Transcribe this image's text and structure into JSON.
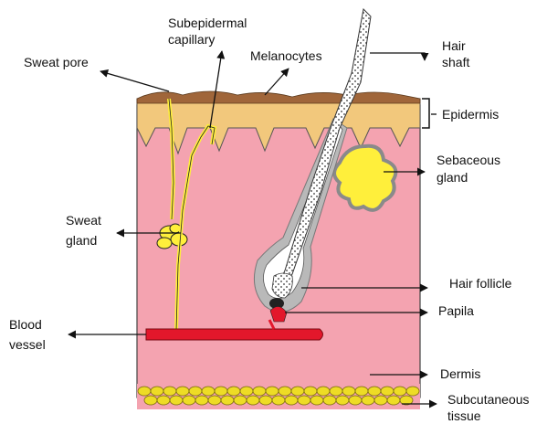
{
  "labels": {
    "sweat_pore": "Sweat pore",
    "subepidermal_capillary_1": "Subepidermal",
    "subepidermal_capillary_2": "capillary",
    "melanocytes": "Melanocytes",
    "hair_shaft_1": "Hair",
    "hair_shaft_2": "shaft",
    "epidermis": "Epidermis",
    "sebaceous_gland_1": "Sebaceous",
    "sebaceous_gland_2": "gland",
    "sweat_gland_1": "Sweat",
    "sweat_gland_2": "gland",
    "hair_follicle": "Hair follicle",
    "papila": "Papila",
    "blood_vessel_1": "Blood",
    "blood_vessel_2": "vessel",
    "dermis": "Dermis",
    "subcutaneous_tissue_1": "Subcutaneous",
    "subcutaneous_tissue_2": "tissue"
  },
  "colors": {
    "dermis": "#f4a3b0",
    "epidermis": "#f2c87c",
    "melanin": "#a0663a",
    "gland": "#ffef3b",
    "capillary": "#ffef3b",
    "follicle_sheath": "#b9b9b9",
    "hair_shaft": "#ffffff",
    "blood_vessel": "#e3172b",
    "fat_cell": "#eedc25",
    "line": "#111111"
  }
}
